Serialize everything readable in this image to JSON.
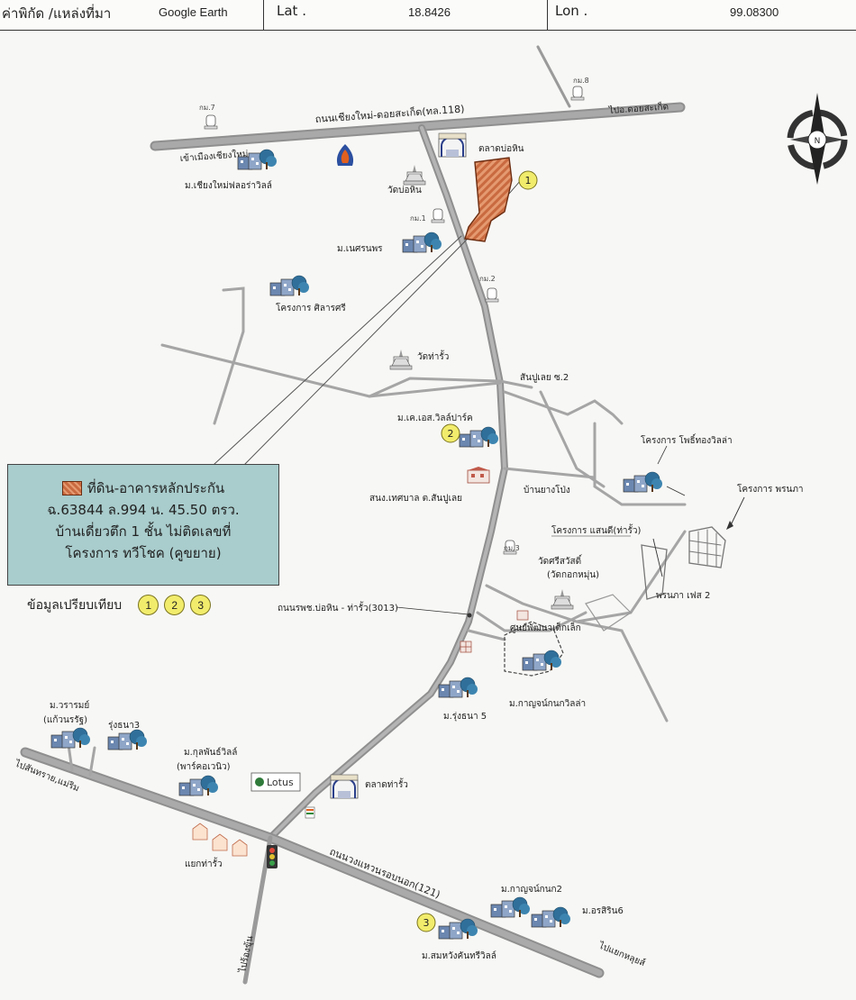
{
  "header": {
    "source_label": "ค่าพิกัด /แหล่งที่มา",
    "source_value": "Google Earth",
    "lat_label": "Lat .",
    "lat_value": "18.8426",
    "lon_label": "Lon .",
    "lon_value": "99.08300"
  },
  "map": {
    "roads": {
      "main_top": "ถนนเชียงใหม่-ดอยสะเก็ด(ทล.118)",
      "to_doi_saket": "ไปอ.ดอยสะเก็ด",
      "to_chiangmai": "เข้าเมืองเชียงใหม่",
      "san_pu_loei": "สันปูเลย ซ.2",
      "ban_yang_pong": "บ้านยางโป่ง",
      "hospital_road": "ถนนรพช.บ่อหิน - ท่ารั้ว(3013)",
      "ring_road": "ถนนวงแหวนรอบนอก(121)",
      "to_sansai": "ไปสันทราย,แม่ริม",
      "to_rong_chun": "ไปร้องขุ้น",
      "to_yaek_huai": "ไปแยกหลุยส์"
    },
    "km": [
      "กม.7",
      "กม.8",
      "กม.1",
      "กม.2",
      "กม.3"
    ],
    "places": {
      "market_bohin": "ตลาดบ่อหิน",
      "wat_bohin": "วัดบ่อหิน",
      "chiangmai_flora": "ม.เชียงใหม่ฟลอร่าวิลล์",
      "nesornporn": "ม.เนศรนพร",
      "project_silarsri": "โครงการ ศิลารศรี",
      "wat_tharua": "วัดท่ารั้ว",
      "ks_villa": "ม.เค.เอส.วิลล์ปาร์ค",
      "municipal": "สนง.เทศบาล ต.สันปูเลย",
      "pothong_villa": "โครงการ โพธิ์ทองวิลล่า",
      "pornpa": "โครงการ พรนภา",
      "sansri": "โครงการ แสนดี(ท่ารั้ว)",
      "wat_sriswat": "วัดศรีสวัสดิ์",
      "wat_sriswat_sub": "(วัดกอกหมุ่น)",
      "pornpa_phase2": "พรนภา เฟส 2",
      "childcare": "ศูนย์พัฒนาเด็กเล็ก",
      "kanjanakanok_villa": "ม.กาญจน์กนกวิลล่า",
      "rungthana5": "ม.รุ่งธนา 5",
      "waraporn": "ม.วรารมย์",
      "waraporn_sub": "(แก้วนรรัฐ)",
      "rungthana3": "รุ่งธนา3",
      "kulphan": "ม.กุลพันธ์วิลล์",
      "kulphan_sub": "(พาร์คอเวนิว)",
      "lotus": "Lotus",
      "market_tharua": "ตลาดท่ารั้ว",
      "yaek_tharua": "แยกท่ารั้ว",
      "kanjanakanok2": "ม.กาญจน์กนก2",
      "arsirin6": "ม.อรสิริน6",
      "samwang": "ม.สมหวังคันทรีวิลล์"
    },
    "markers": [
      "1",
      "2",
      "3"
    ],
    "compass": "N"
  },
  "infobox": {
    "line1": "ที่ดิน-อาคารหลักประกัน",
    "line2": "ฉ.63844  ล.994  น. 45.50 ตรว.",
    "line3": "บ้านเดี่ยวตึก 1 ชั้น  ไม่ติดเลขที่",
    "line4": "โครงการ ทวีโชค (คูขยาย)"
  },
  "compare": {
    "label": "ข้อมูลเปรียบเทียบ",
    "items": [
      "1",
      "2",
      "3"
    ]
  },
  "colors": {
    "parcel": "#c96a40",
    "infobox_bg": "#a9cccc",
    "marker": "#f2ec6c",
    "road": "#8f8f8f"
  }
}
